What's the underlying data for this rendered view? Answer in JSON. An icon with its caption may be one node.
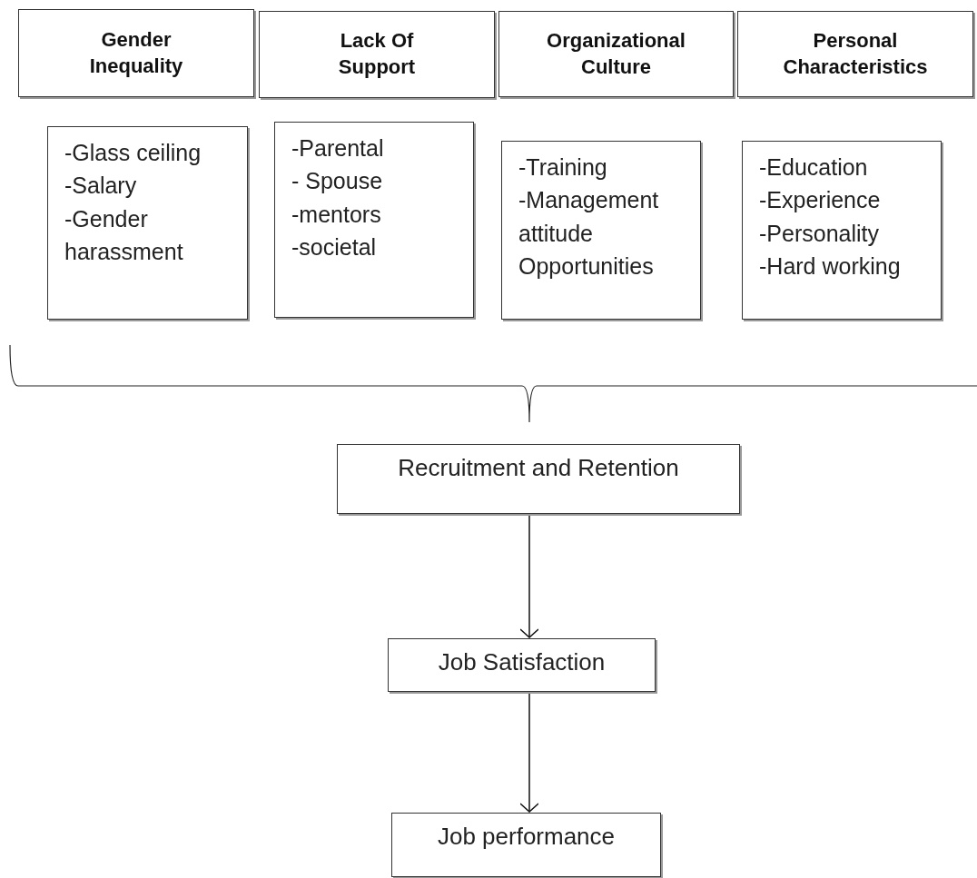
{
  "diagram": {
    "nodes": [
      {
        "text": [
          "Gender Inequality"
        ]
      },
      {
        "text": [
          "Lack Of Support"
        ]
      },
      {
        "text": [
          "Organizational Culture"
        ]
      },
      {
        "text": [
          "Personal Characteristics"
        ]
      },
      {
        "text": [
          "-Glass ceiling",
          "-Salary",
          "-Gender harassment"
        ]
      },
      {
        "text": [
          "-Parental",
          "- Spouse",
          "-mentors",
          "-societal"
        ]
      },
      {
        "text": [
          "-Training",
          "-Management attitude",
          "Opportunities"
        ]
      },
      {
        "text": [
          "-Education",
          "-Experience",
          "-Personality",
          "-Hard working"
        ]
      },
      {
        "text": [
          "Recruitment and Retention"
        ]
      },
      {
        "text": [
          "Job Satisfaction"
        ]
      },
      {
        "text": [
          "Job performance"
        ]
      }
    ],
    "edges": [
      {
        "from": 8,
        "to": 9,
        "arrow": "to"
      },
      {
        "from": 9,
        "to": 10,
        "arrow": "to"
      }
    ]
  }
}
